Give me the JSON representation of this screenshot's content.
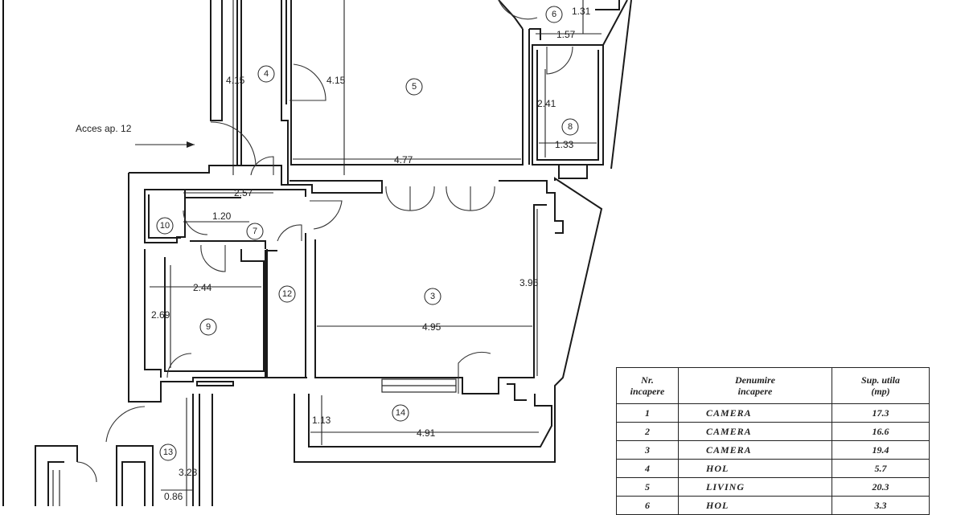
{
  "plan": {
    "access_label": "Acces ap. 12",
    "rooms": {
      "r3": "3",
      "r4": "4",
      "r5": "5",
      "r6": "6",
      "r7": "7",
      "r8": "8",
      "r9": "9",
      "r10": "10",
      "r12": "12",
      "r13": "13",
      "r14": "14"
    },
    "dims": {
      "d_415a": "4.15",
      "d_415b": "4.15",
      "d_477": "4.77",
      "d_257": "2.57",
      "d_120": "1.20",
      "d_244": "2.44",
      "d_269": "2.69",
      "d_131": "1.31",
      "d_157": "1.57",
      "d_241": "2.41",
      "d_133": "1.33",
      "d_396": "3.96",
      "d_495": "4.95",
      "d_113": "1.13",
      "d_491": "4.91",
      "d_323": "3.23",
      "d_086": "0.86"
    }
  },
  "legend": {
    "headers": {
      "nr": [
        "Nr.",
        "incapere"
      ],
      "name": [
        "Denumire",
        "incapere"
      ],
      "area": [
        "Sup. utila",
        "(mp)"
      ]
    },
    "rows": [
      {
        "nr": "1",
        "name": "CAMERA",
        "area": "17.3"
      },
      {
        "nr": "2",
        "name": "CAMERA",
        "area": "16.6"
      },
      {
        "nr": "3",
        "name": "CAMERA",
        "area": "19.4"
      },
      {
        "nr": "4",
        "name": "HOL",
        "area": "5.7"
      },
      {
        "nr": "5",
        "name": "LIVING",
        "area": "20.3"
      },
      {
        "nr": "6",
        "name": "HOL",
        "area": "3.3"
      }
    ]
  }
}
